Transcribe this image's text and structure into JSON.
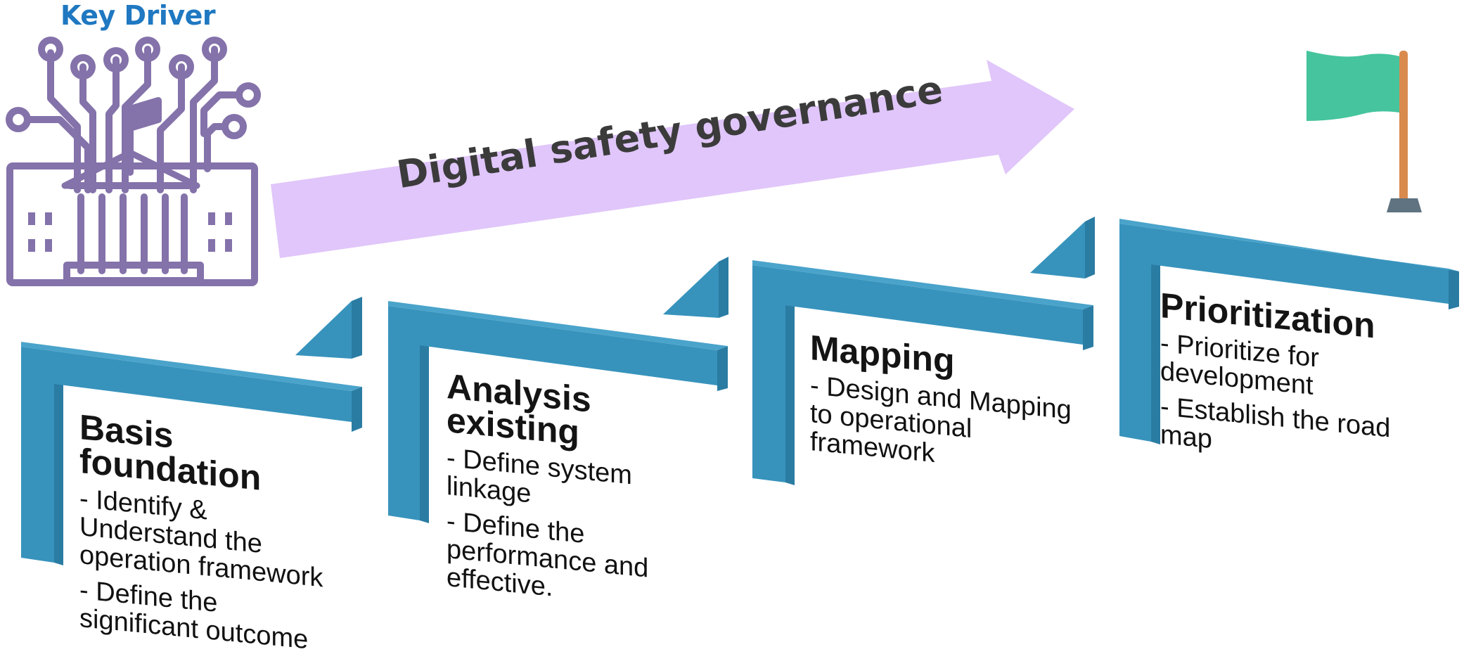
{
  "key_driver": {
    "title": "Key Driver",
    "icon": "government-building-circuit-icon"
  },
  "goal_arrow": {
    "label": "Digital safety governance",
    "icon": "arrow-right-icon"
  },
  "goal_flag": {
    "icon": "flag-icon"
  },
  "steps": [
    {
      "title": "Basis foundation",
      "bullets": [
        "- Identify & Understand the operation framework",
        "- Define the significant outcome"
      ]
    },
    {
      "title": "Analysis existing",
      "bullets": [
        "- Define system linkage",
        "- Define the performance and effective."
      ]
    },
    {
      "title": "Mapping",
      "bullets": [
        "- Design and Mapping to operational framework"
      ]
    },
    {
      "title": "Prioritization",
      "bullets": [
        "- Prioritize for development",
        "- Establish the road map"
      ]
    }
  ],
  "colors": {
    "accent_blue": "#3793bc",
    "accent_blue_dark": "#2a7ca3",
    "title_blue": "#1f78c1",
    "icon_purple": "#8472aa",
    "arrow_lavender": "#e0c6fa",
    "flag_green": "#45c49d",
    "flag_pole": "#d98a4d",
    "flag_base": "#5f7380"
  }
}
